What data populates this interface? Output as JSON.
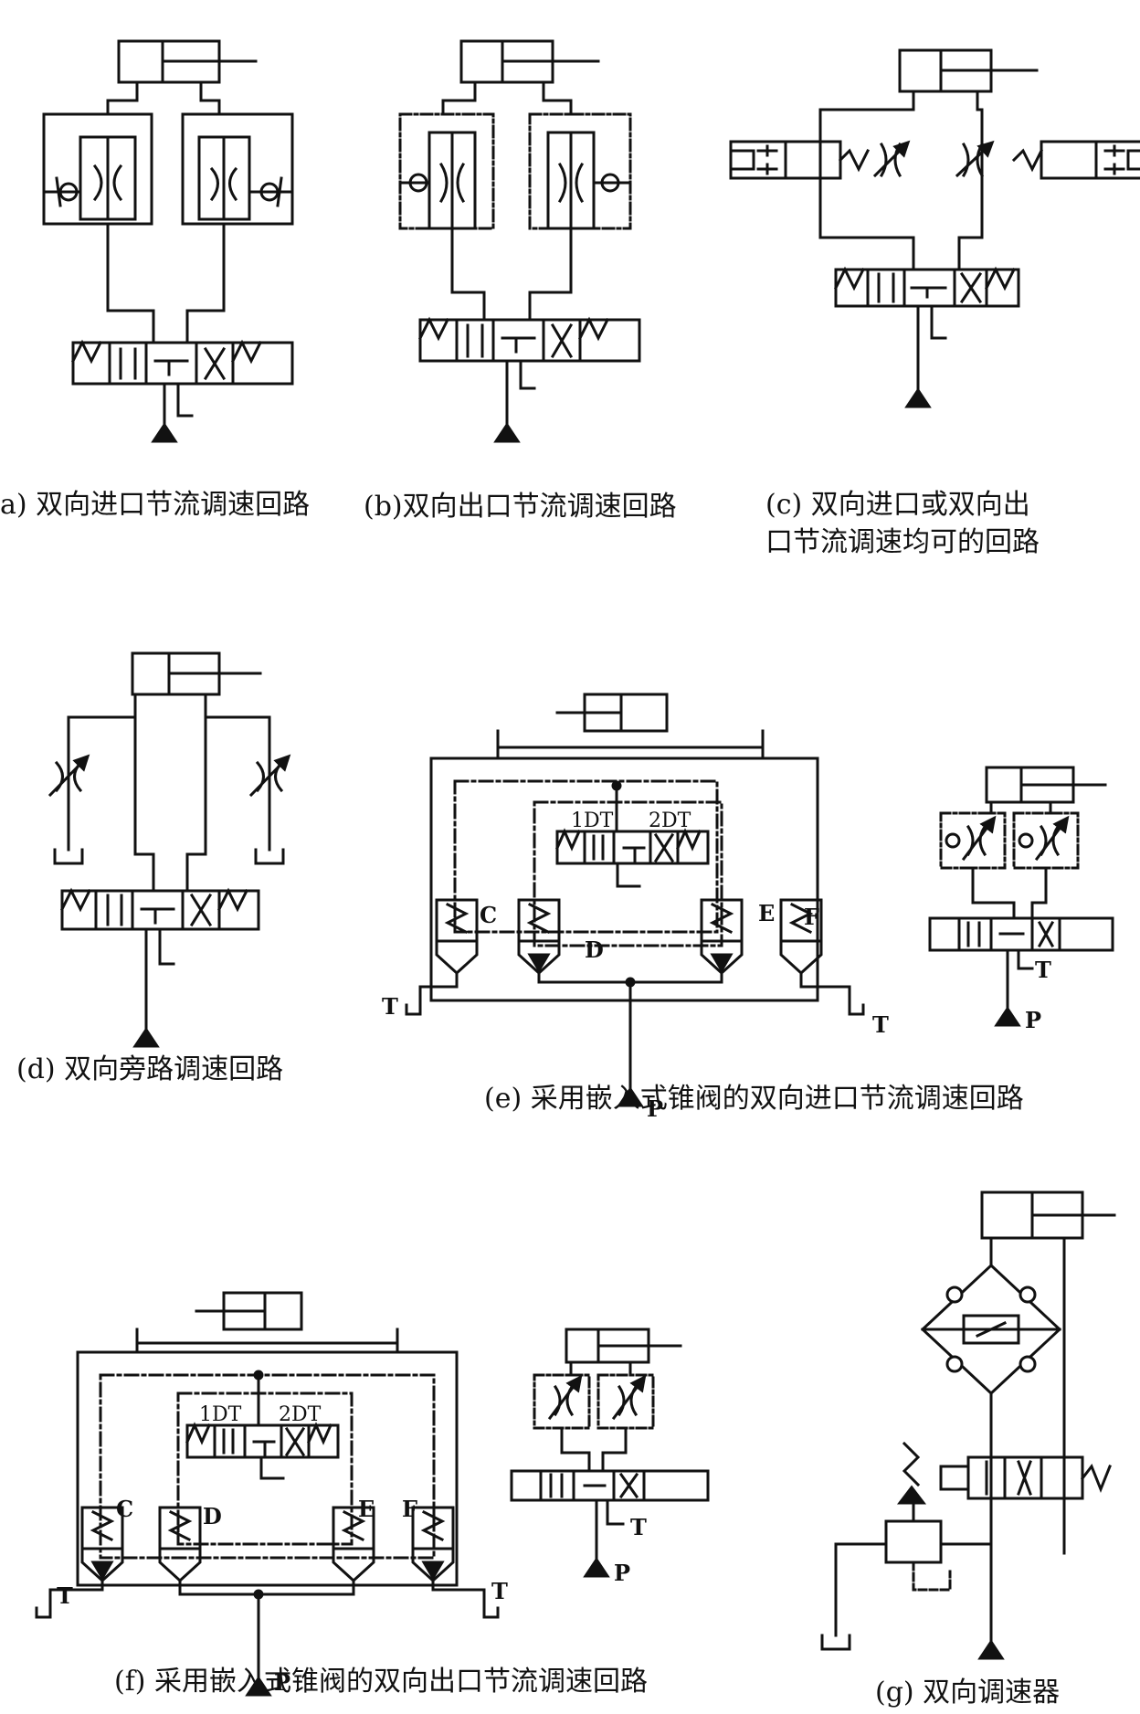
{
  "figures": {
    "a": {
      "caption": "a) 双向进口节流调速回路"
    },
    "b": {
      "caption": "(b)双向出口节流调速回路"
    },
    "c": {
      "caption_line1": "(c) 双向进口或双向出",
      "caption_line2": "口节流调速均可的回路"
    },
    "d": {
      "caption": "(d) 双向旁路调速回路"
    },
    "e": {
      "caption": "(e) 采用嵌入式锥阀的双向进口节流调速回路",
      "labels": {
        "c": "C",
        "d": "D",
        "e": "E",
        "f": "F",
        "t_left": "T",
        "t_right": "T",
        "p": "P",
        "coil1": "1DT",
        "coil2": "2DT",
        "aux_t": "T",
        "aux_p": "P"
      }
    },
    "f": {
      "caption": "(f) 采用嵌入式锥阀的双向出口节流调速回路",
      "labels": {
        "c": "C",
        "d": "D",
        "e": "E",
        "f": "F",
        "t_left": "T",
        "t_right": "T",
        "p": "P",
        "coil1": "1DT",
        "coil2": "2DT",
        "aux_t": "T",
        "aux_p": "P"
      }
    },
    "g": {
      "caption": "(g) 双向调速器"
    }
  }
}
